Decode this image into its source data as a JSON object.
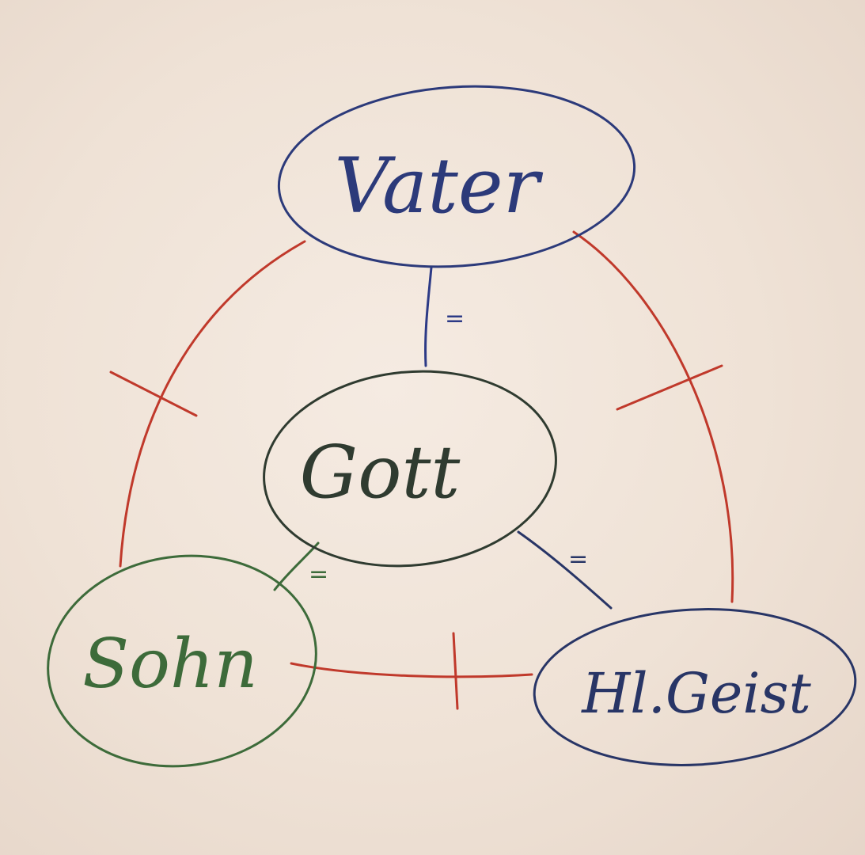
{
  "diagram": {
    "nodes": [
      {
        "id": "vater",
        "label": "Vater",
        "color": "#2c3a7a"
      },
      {
        "id": "gott",
        "label": "Gott",
        "color": "#2f3b30"
      },
      {
        "id": "sohn",
        "label": "Sohn",
        "color": "#3d6b3a"
      },
      {
        "id": "geist",
        "label": "Hl.Geist",
        "color": "#283566"
      }
    ],
    "edges": [
      {
        "from": "vater",
        "to": "gott",
        "label": "=",
        "color": "#2c3a86"
      },
      {
        "from": "sohn",
        "to": "gott",
        "label": "=",
        "color": "#3d6b3a"
      },
      {
        "from": "geist",
        "to": "gott",
        "label": "=",
        "color": "#283566"
      },
      {
        "from": "vater",
        "to": "sohn",
        "label": "",
        "color": "#c0392b",
        "marker": "not-equal"
      },
      {
        "from": "vater",
        "to": "geist",
        "label": "",
        "color": "#c0392b",
        "marker": "not-equal"
      },
      {
        "from": "sohn",
        "to": "geist",
        "label": "",
        "color": "#c0392b",
        "marker": "not-equal"
      }
    ]
  }
}
